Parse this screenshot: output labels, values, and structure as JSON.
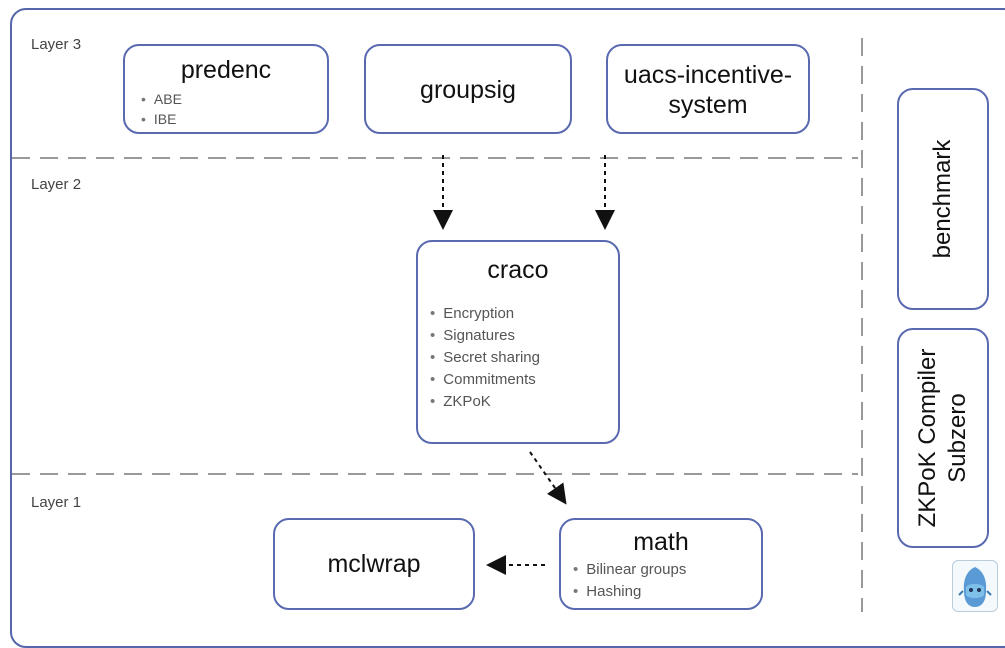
{
  "layers": {
    "layer3": "Layer 3",
    "layer2": "Layer 2",
    "layer1": "Layer 1"
  },
  "boxes": {
    "predenc": {
      "title": "predenc",
      "items": [
        "ABE",
        "IBE"
      ]
    },
    "groupsig": {
      "title": "groupsig"
    },
    "uacs": {
      "title_line1": "uacs-incentive-",
      "title_line2": "system"
    },
    "craco": {
      "title": "craco",
      "items": [
        "Encryption",
        "Signatures",
        "Secret sharing",
        "Commitments",
        "ZKPoK"
      ]
    },
    "math": {
      "title": "math",
      "items": [
        "Bilinear groups",
        "Hashing"
      ]
    },
    "mclwrap": {
      "title": "mclwrap"
    },
    "benchmark": {
      "title": "benchmark"
    },
    "zkpok": {
      "title_line1": "ZKPoK Compiler",
      "title_line2": "Subzero"
    }
  },
  "colors": {
    "box_border": "#5a6ab0",
    "dashed_line": "#999999",
    "arrow": "#111111"
  },
  "logo_icon": "subzero-mascot-icon"
}
